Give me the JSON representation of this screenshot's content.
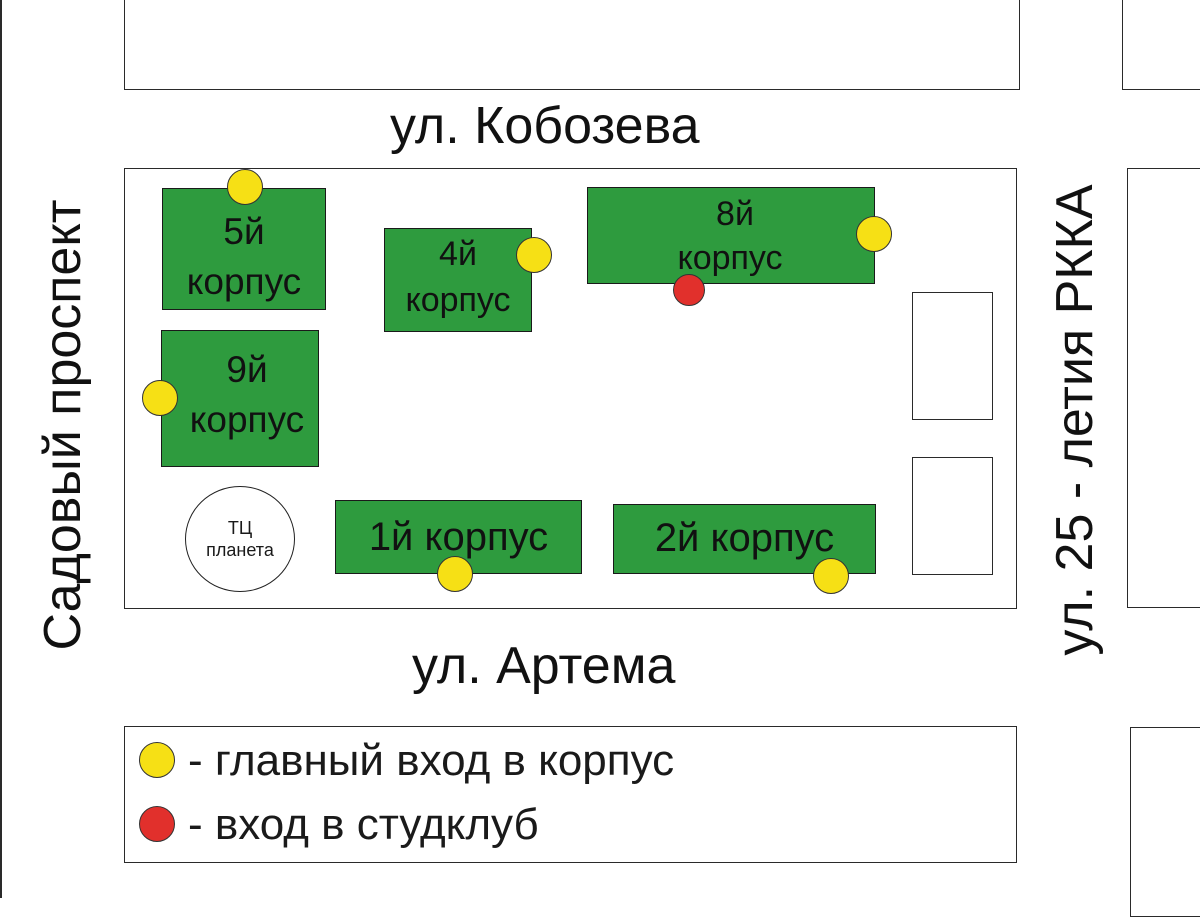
{
  "streets": {
    "north": "ул. Кобозева",
    "south": "ул. Артема",
    "west": "Садовый проспект",
    "east": "ул. 25 - летия РККА"
  },
  "buildings": {
    "b5": {
      "line1": "5й",
      "line2": "корпус"
    },
    "b4": {
      "line1": "4й",
      "line2": "корпус"
    },
    "b8": {
      "line1": "8й",
      "line2": "корпус"
    },
    "b9": {
      "line1": "9й",
      "line2": "корпус"
    },
    "b1": {
      "label": "1й корпус"
    },
    "b2": {
      "label": "2й корпус"
    }
  },
  "mall": {
    "line1": "ТЦ",
    "line2": "планета"
  },
  "legend": {
    "main_entrance": "- главный вход в корпус",
    "club_entrance": "- вход в студклуб"
  },
  "colors": {
    "building": "#2e9b3e",
    "main_entrance": "#f6e015",
    "club_entrance": "#e1302c"
  }
}
